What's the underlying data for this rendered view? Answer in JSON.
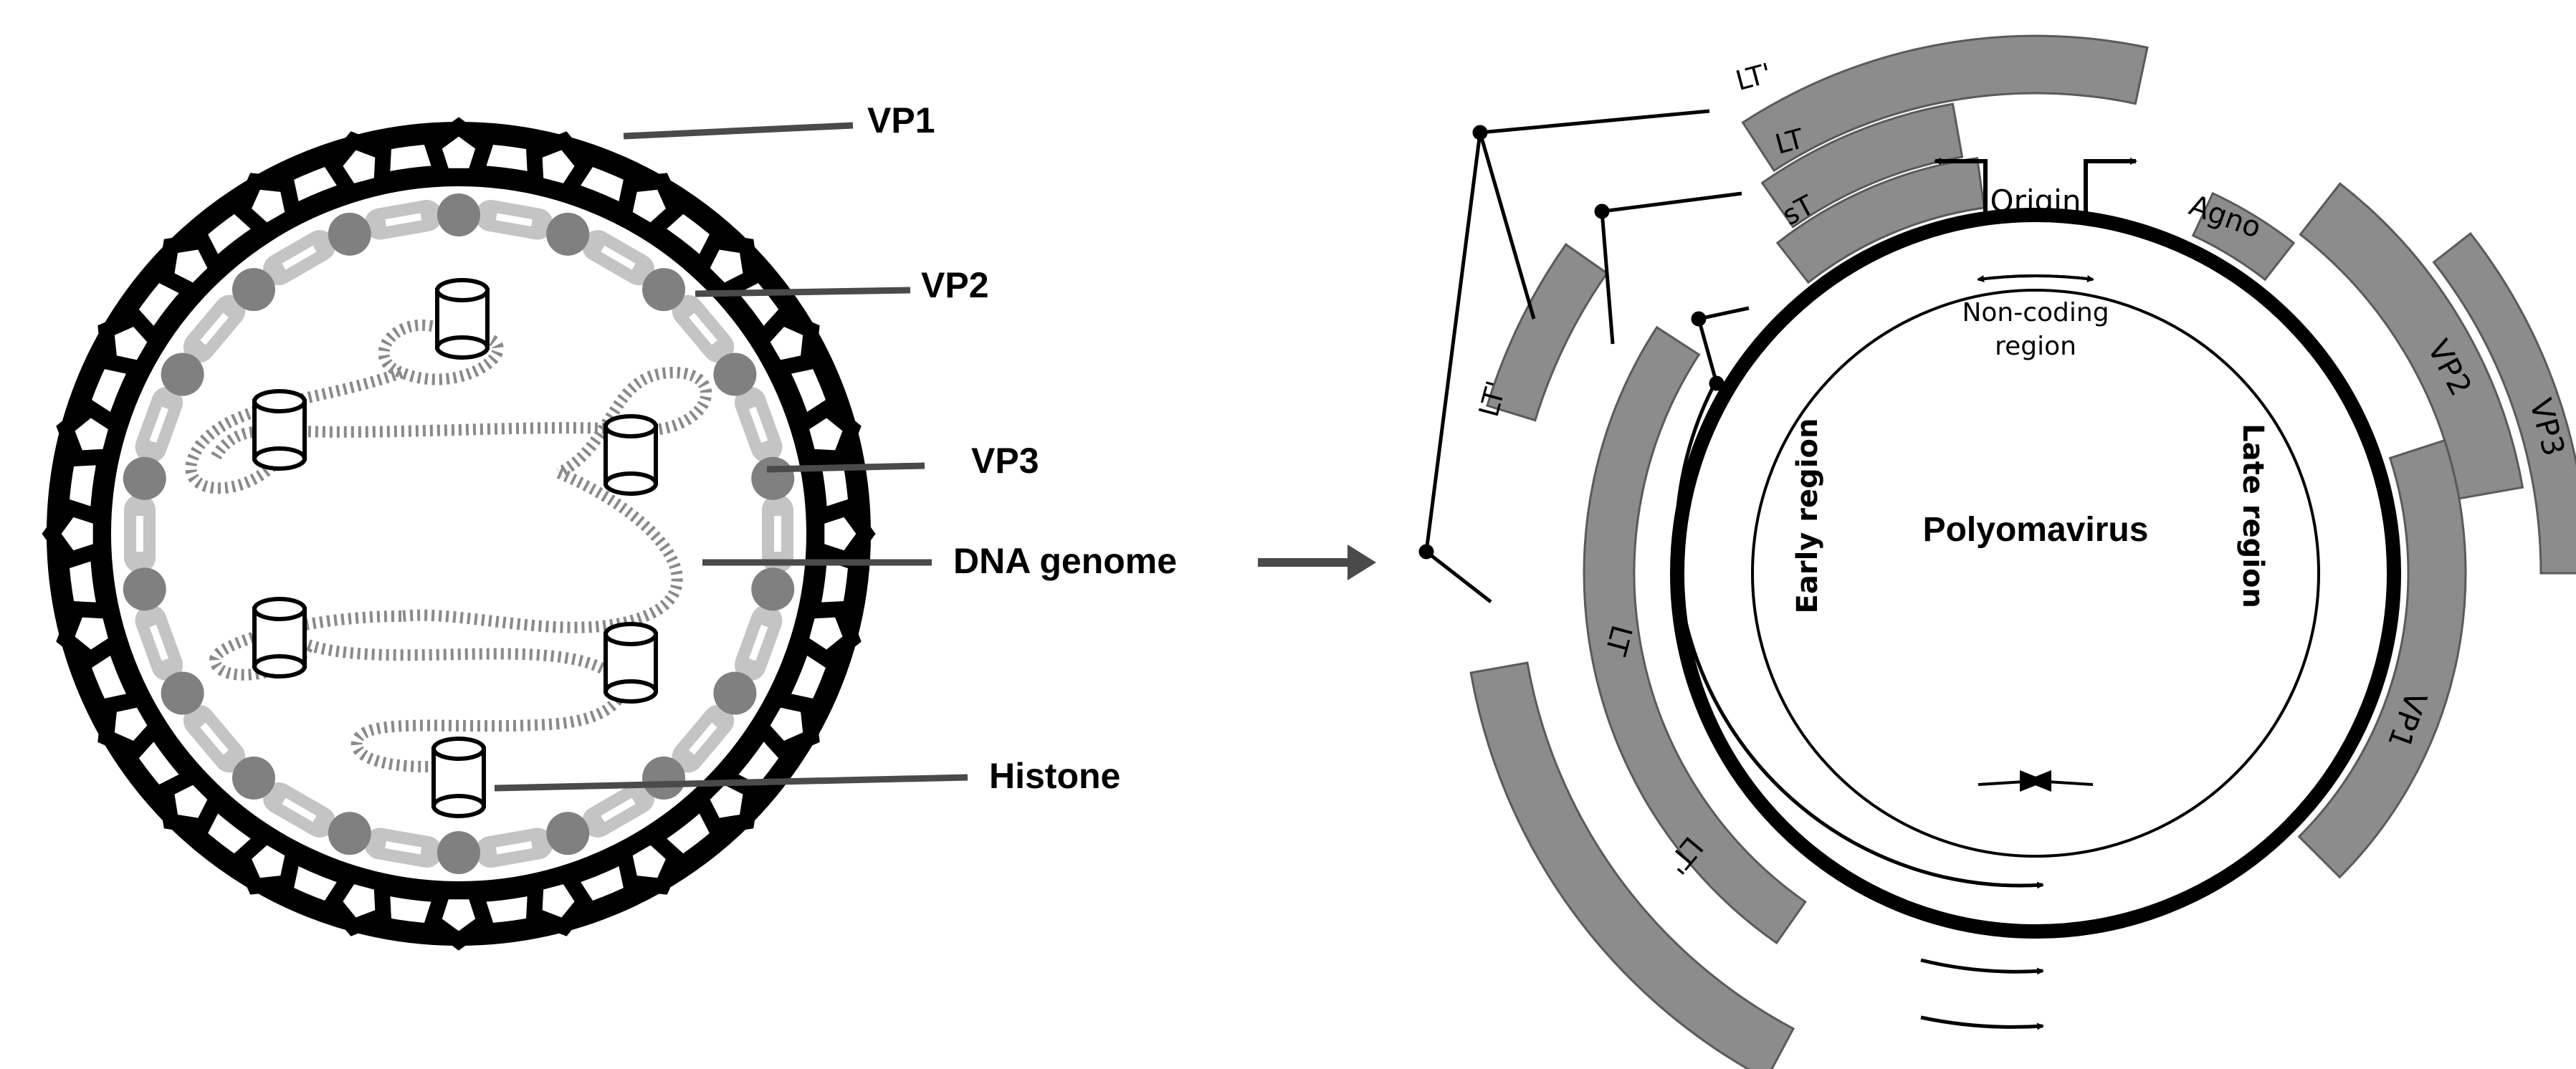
{
  "virion": {
    "labels": {
      "vp1": "VP1",
      "vp2": "VP2",
      "vp3": "VP3",
      "dna": "DNA genome",
      "histone": "Histone"
    }
  },
  "genome_map": {
    "center_label": "Polyomavirus",
    "origin": "Origin",
    "noncoding_line1": "Non-coding",
    "noncoding_line2": "region",
    "early_region": "Early region",
    "late_region": "Late region",
    "segments": {
      "lt_prime_top": "LT'",
      "lt_top": "LT",
      "st": "sT",
      "agno": "Agno",
      "vp2": "VP2",
      "vp3": "VP3",
      "vp1": "VP1",
      "lt_prime_side": "LT'",
      "lt_inner": "LT",
      "lt_prime_outer": "LT'"
    }
  },
  "colors": {
    "capsid": "#000000",
    "vp2_beads": "#c4c4c4",
    "vp3_dots": "#808080",
    "segment_fill": "#8c8c8c"
  }
}
